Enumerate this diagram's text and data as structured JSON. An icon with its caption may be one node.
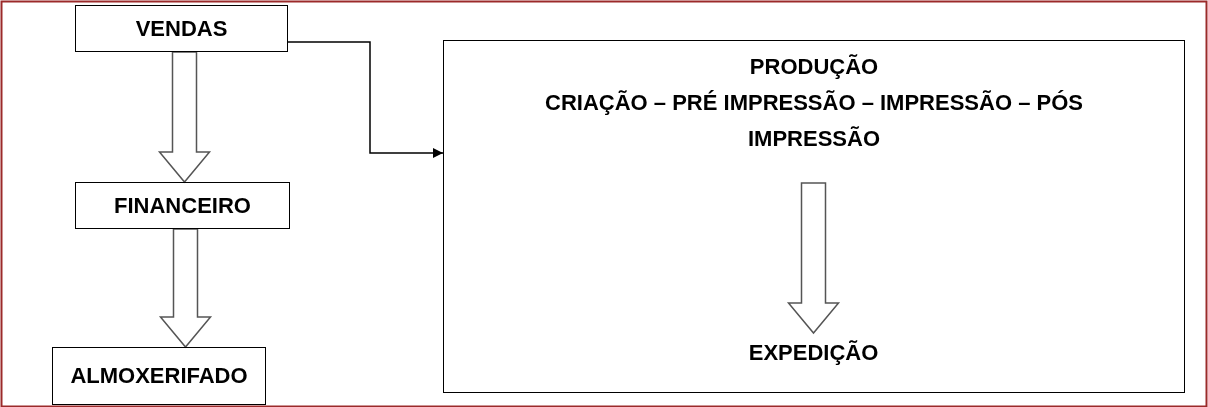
{
  "diagram": {
    "nodes": [
      {
        "text": [
          "VENDAS"
        ]
      },
      {
        "text": [
          "FINANCEIRO"
        ]
      },
      {
        "text": [
          "ALMOXERIFADO"
        ]
      },
      {
        "text": [
          "PRODUÇÃO",
          "CRIAÇÃO – PRÉ IMPRESSÃO – IMPRESSÃO – PÓS IMPRESSÃO"
        ]
      },
      {
        "text": [
          "EXPEDIÇÃO"
        ],
        "in": 3
      }
    ],
    "edges": [
      {
        "from": 0,
        "to": 1,
        "arrow": "to",
        "style": "thick"
      },
      {
        "from": 1,
        "to": 2,
        "arrow": "to",
        "style": "thick"
      },
      {
        "from": 0,
        "to": 3,
        "arrow": "to"
      },
      {
        "from": 3,
        "to": 4,
        "arrow": "to",
        "style": "thick"
      }
    ]
  }
}
